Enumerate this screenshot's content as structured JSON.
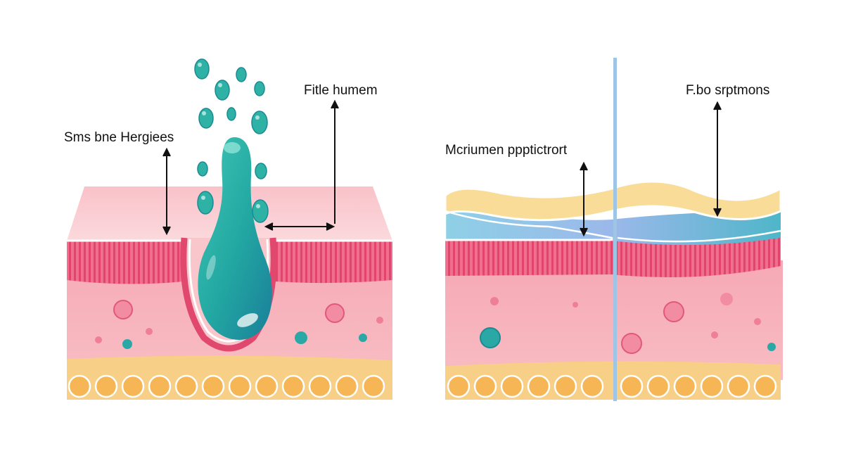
{
  "labels": {
    "left_top": "Fitle humem",
    "left_side": "Sms bne Hergiees",
    "right_top": "F.bo srptmons",
    "right_middle": "Mcriumen ppptictrort"
  },
  "colors": {
    "skin_top": "#f8b8c0",
    "skin_top_light": "#fcd7dc",
    "dermis": "#f7aab6",
    "stripe": "#e5476d",
    "fat_band": "#f7c87a",
    "fat_cell": "#f7b556",
    "droplet": "#2fb6a8",
    "droplet_dark": "#1b8f96",
    "barrier_yellow": "#f8dc94",
    "barrier_blue": "#7fc6dc",
    "divider": "#9fc5e6",
    "arrow": "#111111"
  },
  "icons": [
    "water-drop-icon",
    "arrow-icon"
  ]
}
